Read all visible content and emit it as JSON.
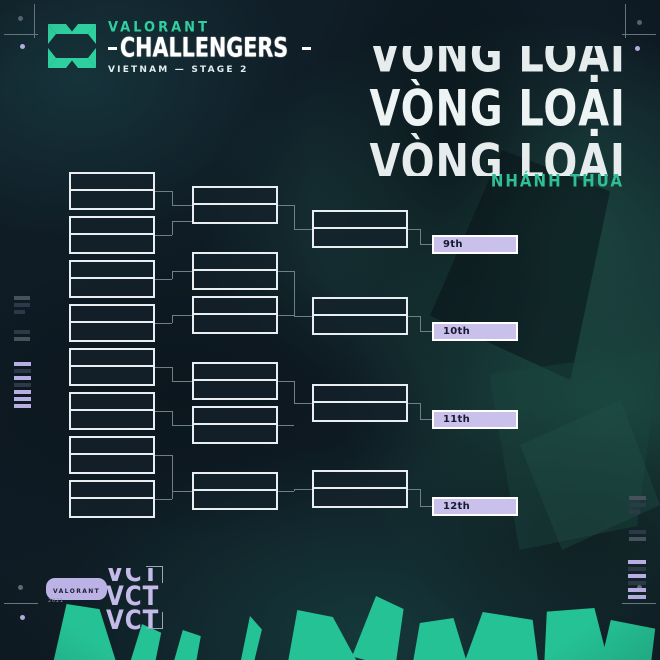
{
  "branding": {
    "valorant_word": "VALORANT",
    "challengers_word": "CHALLENGERS",
    "region_stage": "VIETNAM  —  STAGE 2",
    "footer_pill": "VALORANT",
    "footer_year": "2021",
    "vct_lines": [
      "VCT",
      "VCT",
      "VCT"
    ]
  },
  "title": {
    "line1": "VÒNG LOẠI",
    "line2": "VÒNG LOẠI",
    "line3": "VÒNG LOẠI",
    "subtitle": "NHÁNH THUA"
  },
  "colors": {
    "teal": "#2fd0a0",
    "lavender": "#c9c0ec",
    "box_border": "#e8eef1",
    "background": "#101d26",
    "connector": "#6e7f89"
  },
  "bracket": {
    "round1": [
      {
        "id": "r1-m1",
        "slots": [
          "",
          ""
        ]
      },
      {
        "id": "r1-m2",
        "slots": [
          "",
          ""
        ]
      },
      {
        "id": "r1-m3",
        "slots": [
          "",
          ""
        ]
      },
      {
        "id": "r1-m4",
        "slots": [
          "",
          ""
        ]
      },
      {
        "id": "r1-m5",
        "slots": [
          "",
          ""
        ]
      },
      {
        "id": "r1-m6",
        "slots": [
          "",
          ""
        ]
      },
      {
        "id": "r1-m7",
        "slots": [
          "",
          ""
        ]
      },
      {
        "id": "r1-m8",
        "slots": [
          "",
          ""
        ]
      }
    ],
    "round2": [
      {
        "id": "r2-m1",
        "slots": [
          "",
          ""
        ]
      },
      {
        "id": "r2-m2",
        "slots": [
          "",
          ""
        ]
      },
      {
        "id": "r2-m3",
        "slots": [
          "",
          ""
        ]
      },
      {
        "id": "r2-m4",
        "slots": [
          "",
          ""
        ]
      },
      {
        "id": "r2-m5",
        "slots": [
          "",
          ""
        ]
      },
      {
        "id": "r2-m6",
        "slots": [
          "",
          ""
        ]
      }
    ],
    "round3": [
      {
        "id": "r3-m1",
        "slots": [
          "",
          ""
        ]
      },
      {
        "id": "r3-m2",
        "slots": [
          "",
          ""
        ]
      },
      {
        "id": "r3-m3",
        "slots": [
          "",
          ""
        ]
      },
      {
        "id": "r3-m4",
        "slots": [
          "",
          ""
        ]
      }
    ],
    "placements": [
      {
        "id": "place-9",
        "label": "9th"
      },
      {
        "id": "place-10",
        "label": "10th"
      },
      {
        "id": "place-11",
        "label": "11th"
      },
      {
        "id": "place-12",
        "label": "12th"
      }
    ]
  }
}
